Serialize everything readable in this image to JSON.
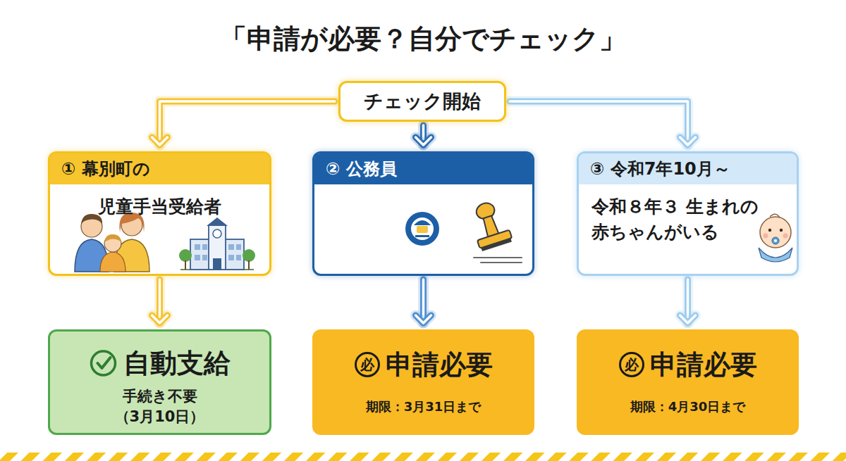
{
  "diagram": {
    "title": "「申請が必要？自分でチェック」",
    "nodes": [
      {
        "text": [
          "チェック開始"
        ]
      },
      {
        "text": [
          "① 幕別町の",
          "児童手当受給者"
        ]
      },
      {
        "text": [
          "② 公務員"
        ]
      },
      {
        "text": [
          "③ 令和7年10月～",
          "令和８年３ 生まれの 赤ちゃんがいる"
        ]
      },
      {
        "text": [
          "自動支給",
          "手続き不要 （3月10日）"
        ]
      },
      {
        "text": [
          "必",
          "申請必要",
          "期限：3月31日まで"
        ]
      },
      {
        "text": [
          "必",
          "申請必要",
          "期限：4月30日まで"
        ]
      }
    ],
    "edges": [
      {
        "from": 0,
        "to": 1,
        "arrow": "to"
      },
      {
        "from": 0,
        "to": 2,
        "arrow": "to"
      },
      {
        "from": 0,
        "to": 3,
        "arrow": "to"
      },
      {
        "from": 1,
        "to": 4,
        "arrow": "to"
      },
      {
        "from": 2,
        "to": 5,
        "arrow": "to"
      },
      {
        "from": 3,
        "to": 6,
        "arrow": "to"
      }
    ]
  }
}
